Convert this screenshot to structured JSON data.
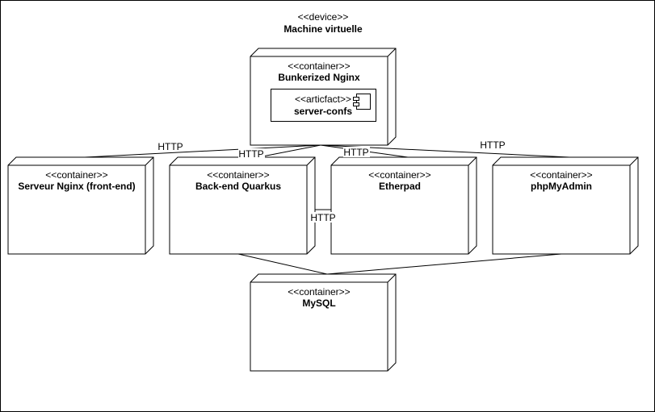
{
  "device": {
    "stereotype": "<<device>>",
    "name": "Machine virtuelle"
  },
  "nodes": {
    "nginx": {
      "stereotype": "<<container>>",
      "name": "Bunkerized Nginx"
    },
    "artifact": {
      "stereotype": "<<articfact>>",
      "name": "server-confs"
    },
    "frontend": {
      "stereotype": "<<container>>",
      "name": "Serveur Nginx (front-end)"
    },
    "backend": {
      "stereotype": "<<container>>",
      "name": "Back-end Quarkus"
    },
    "etherpad": {
      "stereotype": "<<container>>",
      "name": "Etherpad"
    },
    "phpmyadmin": {
      "stereotype": "<<container>>",
      "name": "phpMyAdmin"
    },
    "mysql": {
      "stereotype": "<<container>>",
      "name": "MySQL"
    }
  },
  "edges": {
    "nginx_frontend": "HTTP",
    "nginx_backend": "HTTP",
    "nginx_etherpad": "HTTP",
    "nginx_phpmyadmin": "HTTP",
    "backend_etherpad": "HTTP"
  }
}
